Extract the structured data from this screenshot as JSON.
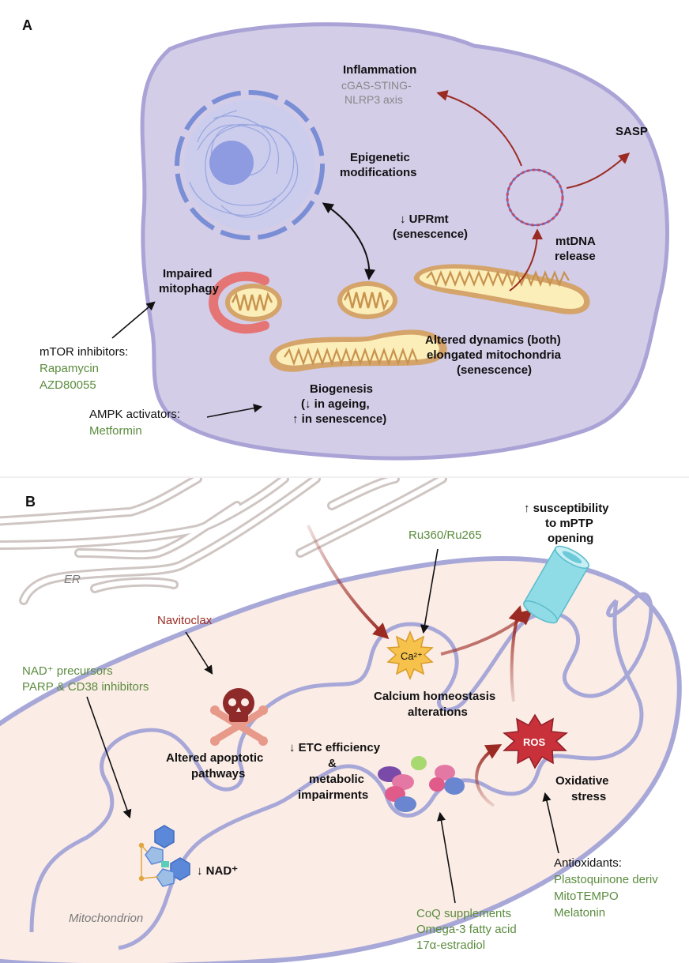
{
  "panel_a": {
    "letter": "A",
    "inflammation_title": "Inflammation",
    "inflammation_sub_1": "cGAS-STING-",
    "inflammation_sub_2": "NLRP3 axis",
    "sasp": "SASP",
    "epigenetic_1": "Epigenetic",
    "epigenetic_2": "modifications",
    "uprmt_1": "↓ UPRmt",
    "uprmt_2": "(senescence)",
    "mtdna_1": "mtDNA",
    "mtdna_2": "release",
    "impaired_1": "Impaired",
    "impaired_2": "mitophagy",
    "mtor_label": "mTOR inhibitors:",
    "mtor_drug_1": "Rapamycin",
    "mtor_drug_2": "AZD80055",
    "ampk_label": "AMPK activators:",
    "ampk_drug": "Metformin",
    "biogenesis_1": "Biogenesis",
    "biogenesis_2": "(↓  in ageing,",
    "biogenesis_3": "↑  in senescence)",
    "dynamics_1": "Altered dynamics (both)",
    "dynamics_2": "elongated mitochondria",
    "dynamics_3": "(senescence)"
  },
  "panel_b": {
    "letter": "B",
    "er": "ER",
    "ru": "Ru360/Ru265",
    "mptp_1": "↑ susceptibility",
    "mptp_2": "to mPTP",
    "mptp_3": "opening",
    "navitoclax": "Navitoclax",
    "nad_precursors": "NAD⁺ precursors",
    "parp": "PARP & CD38 inhibitors",
    "calcium_ion": "Ca²⁺",
    "calcium_1": "Calcium homeostasis",
    "calcium_2": "alterations",
    "apoptotic_1": "Altered apoptotic",
    "apoptotic_2": "pathways",
    "etc_1": "↓ ETC efficiency",
    "etc_2": "&",
    "etc_3": "metabolic",
    "etc_4": "impairments",
    "ros": "ROS",
    "oxidative_1": "Oxidative",
    "oxidative_2": "stress",
    "nad_low": "↓ NAD⁺",
    "mitochondrion": "Mitochondrion",
    "coq_1": "CoQ supplements",
    "coq_2": "Omega-3 fatty acid",
    "coq_3": "17α-estradiol",
    "antiox_title": "Antioxidants:",
    "antiox_1": "Plastoquinone deriv",
    "antiox_2": "MitoTEMPO",
    "antiox_3": "Melatonin"
  },
  "colors": {
    "cell_fill": "#d3cde8",
    "cell_stroke": "#aaa3d6",
    "mito_outer": "#d4a46a",
    "mito_inner": "#fbeeb8",
    "green_text": "#5b8c3e",
    "red_arrow": "#9b2a22",
    "big_mito_fill": "#fbece6",
    "big_mito_stroke": "#a8a8d8",
    "ros_red": "#c8303a",
    "calcium_yellow": "#f6c24b",
    "mptp_cyan": "#8fdbe6"
  }
}
